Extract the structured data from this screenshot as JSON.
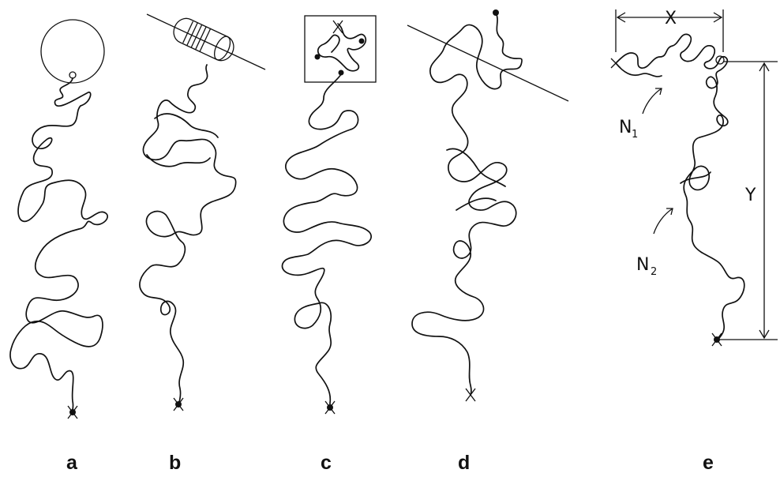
{
  "panels": {
    "a": {
      "label": "a"
    },
    "b": {
      "label": "b"
    },
    "c": {
      "label": "c"
    },
    "d": {
      "label": "d"
    },
    "e": {
      "label": "e",
      "x_label": "X",
      "y_label": "Y",
      "n1_label": "N",
      "n1_sub": "1",
      "n2_label": "N",
      "n2_sub": "2"
    }
  },
  "colors": {
    "ink": "#111111",
    "background": "#ffffff"
  },
  "icons": {
    "chain_end": "x-mark-icon",
    "anchor_point": "dot-icon"
  }
}
